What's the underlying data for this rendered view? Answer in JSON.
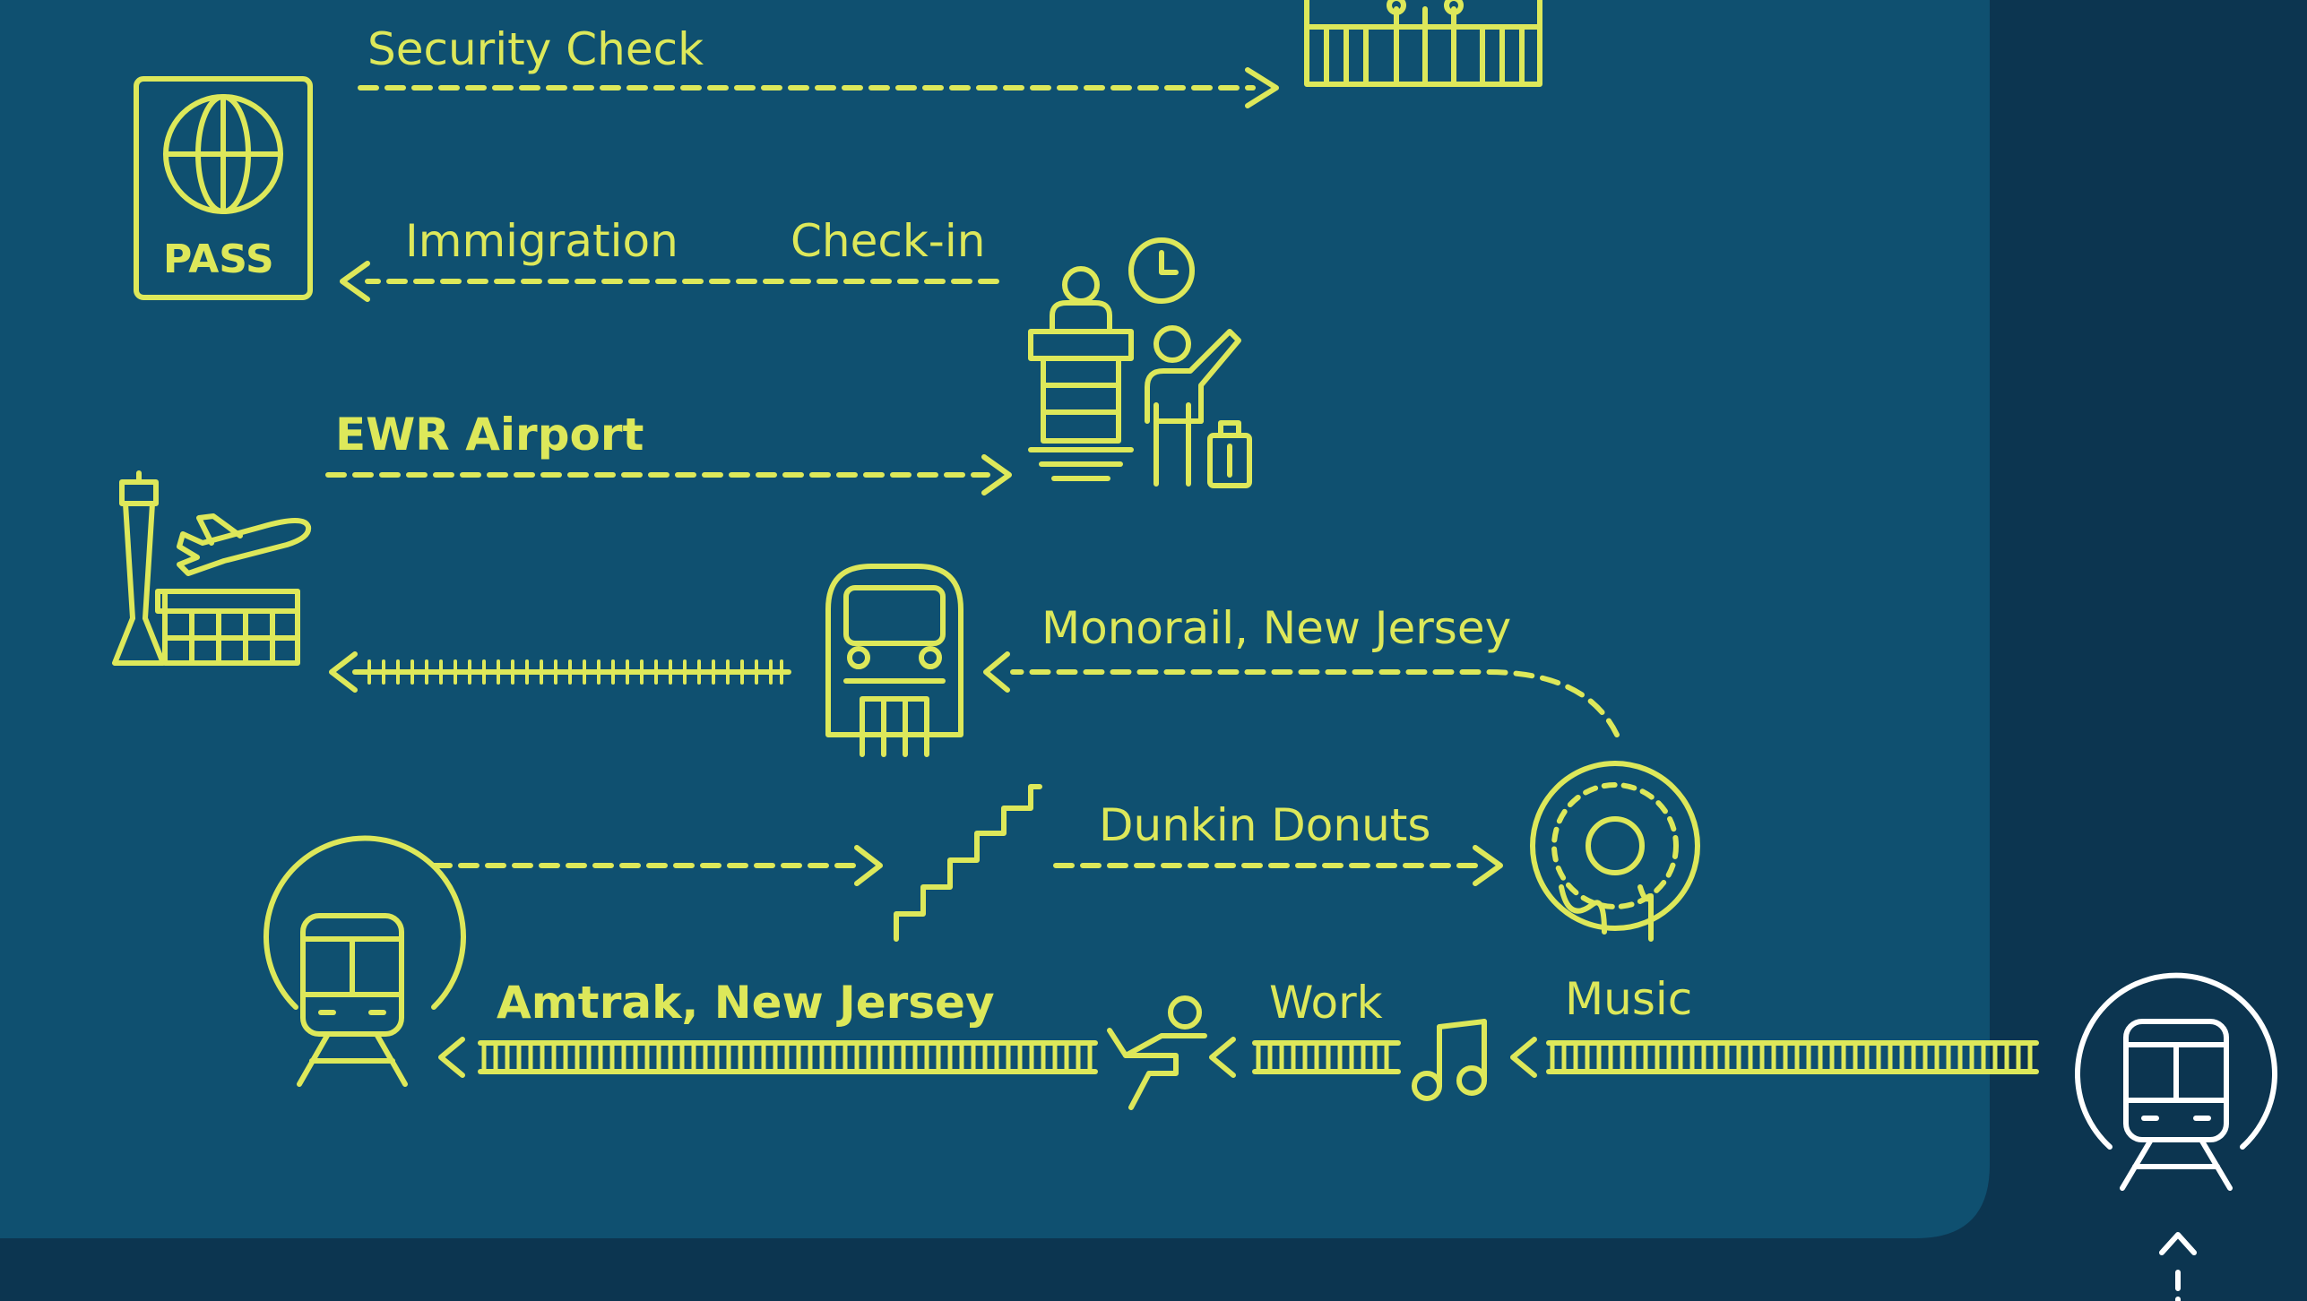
{
  "colors": {
    "background_outer": "#0c3550",
    "panel": "#0f5070",
    "accent": "#dde85a",
    "white": "#ffffff"
  },
  "labels": {
    "security_check": "Security Check",
    "immigration": "Immigration",
    "check_in": "Check-in",
    "ewr_airport": "EWR Airport",
    "monorail": "Monorail, New Jersey",
    "dunkin": "Dunkin Donuts",
    "amtrak": "Amtrak, New Jersey",
    "work": "Work",
    "music": "Music",
    "passport_text": "PASS"
  },
  "icons": [
    "security-building-icon",
    "passport-icon",
    "check-in-desk-icon",
    "clock-icon",
    "traveler-with-luggage-icon",
    "airport-tower-icon",
    "airplane-icon",
    "monorail-icon",
    "stairs-icon",
    "donut-icon",
    "amtrak-train-icon",
    "worker-at-desk-icon",
    "music-note-icon",
    "home-train-icon"
  ]
}
